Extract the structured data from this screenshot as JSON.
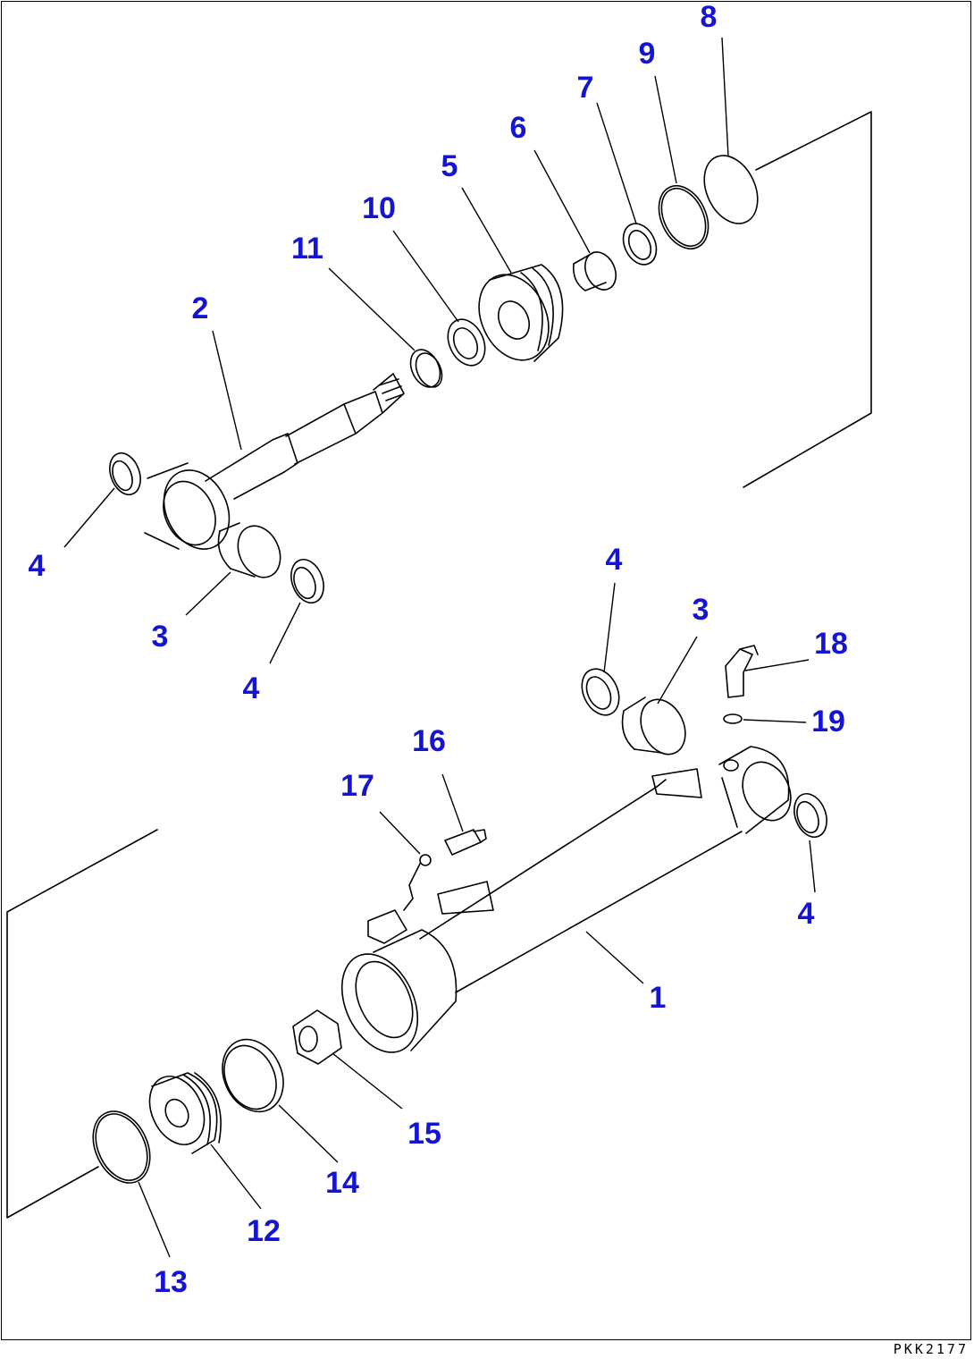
{
  "drawing": {
    "code": "PKK2177",
    "callouts": [
      "1",
      "2",
      "3",
      "3",
      "4",
      "4",
      "4",
      "4",
      "5",
      "6",
      "7",
      "8",
      "9",
      "10",
      "11",
      "12",
      "13",
      "14",
      "15",
      "16",
      "17",
      "18",
      "19"
    ]
  },
  "colors": {
    "callout": "#1414d2",
    "linework": "#000000",
    "background": "#ffffff"
  }
}
